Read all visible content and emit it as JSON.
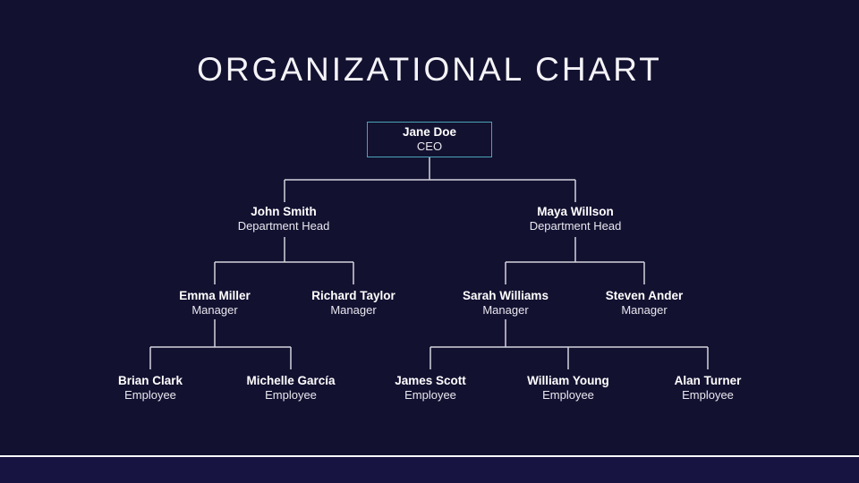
{
  "title": "ORGANIZATIONAL CHART",
  "tree": {
    "name": "Jane Doe",
    "role": "CEO",
    "children": [
      {
        "name": "John Smith",
        "role": "Department Head",
        "children": [
          {
            "name": "Emma Miller",
            "role": "Manager",
            "children": [
              {
                "name": "Brian Clark",
                "role": "Employee",
                "children": []
              },
              {
                "name": "Michelle García",
                "role": "Employee",
                "children": []
              }
            ]
          },
          {
            "name": "Richard Taylor",
            "role": "Manager",
            "children": []
          }
        ]
      },
      {
        "name": "Maya Willson",
        "role": "Department Head",
        "children": [
          {
            "name": "Sarah Williams",
            "role": "Manager",
            "children": [
              {
                "name": "James Scott",
                "role": "Employee",
                "children": []
              },
              {
                "name": "William Young",
                "role": "Employee",
                "children": []
              },
              {
                "name": "Alan Turner",
                "role": "Employee",
                "children": []
              }
            ]
          },
          {
            "name": "Steven Ander",
            "role": "Manager",
            "children": []
          }
        ]
      }
    ]
  },
  "colors": {
    "bg": "#131130",
    "footer-bg": "#171441",
    "line": "#d3d4de",
    "accent": "#4aa3b8",
    "divider": "#ffffff",
    "text": "#ffffff",
    "subtext": "#e8e8f0"
  }
}
